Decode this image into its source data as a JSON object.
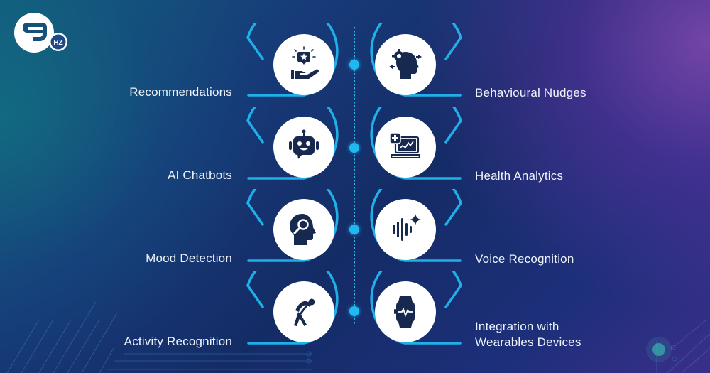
{
  "brand": {
    "logo_text": "9",
    "logo_badge": "HZ"
  },
  "colors": {
    "accent": "#20b8f0",
    "icon_fill": "#17294f",
    "circle_bg": "#ffffff",
    "text": "#eef3fb"
  },
  "features": {
    "left": [
      {
        "label": "Recommendations",
        "icon": "hand-star-icon"
      },
      {
        "label": "AI Chatbots",
        "icon": "chatbot-icon"
      },
      {
        "label": "Mood Detection",
        "icon": "head-search-icon"
      },
      {
        "label": "Activity Recognition",
        "icon": "stretching-person-icon"
      }
    ],
    "right": [
      {
        "label": "Behavioural Nudges",
        "icon": "head-gear-arrows-icon"
      },
      {
        "label": "Health Analytics",
        "icon": "laptop-health-chart-icon"
      },
      {
        "label": "Voice Recognition",
        "icon": "sound-wave-sparkle-icon"
      },
      {
        "label_line1": "Integration with",
        "label_line2": "Wearables Devices",
        "icon": "smartwatch-heartbeat-icon"
      }
    ]
  }
}
